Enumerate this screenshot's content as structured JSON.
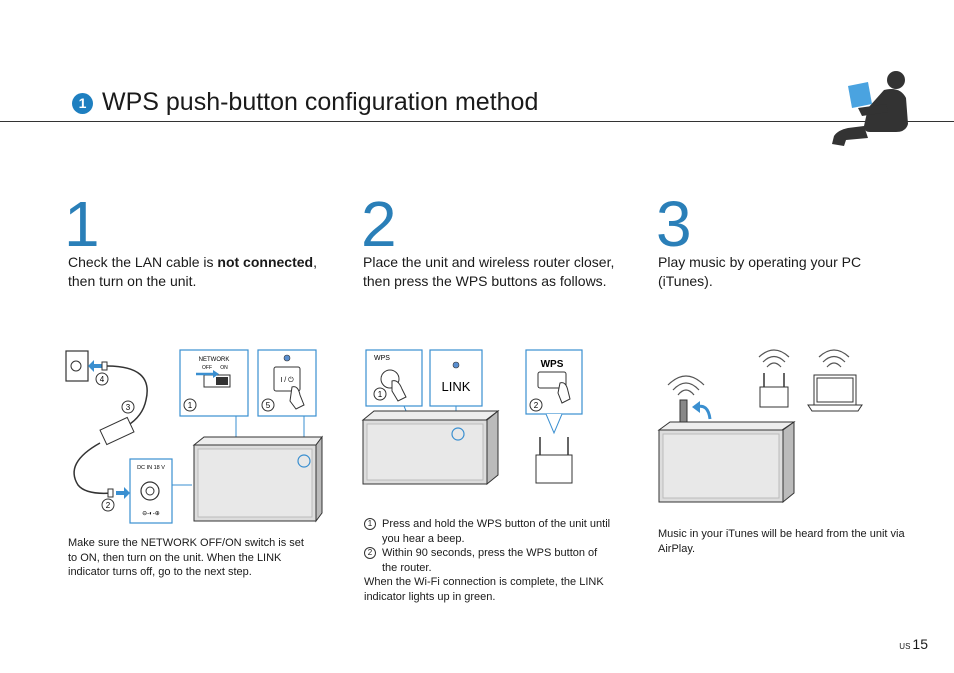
{
  "header": {
    "badge": "1",
    "title": "WPS push-button configuration method"
  },
  "steps": [
    {
      "number": "1",
      "desc_pre": "Check the LAN cable is ",
      "desc_bold": "not connected",
      "desc_post": ", then turn on the unit.",
      "note": "Make sure the NETWORK OFF/ON switch is set to ON, then turn on the unit. When the LINK indicator turns off, go to the next step."
    },
    {
      "number": "2",
      "desc": "Place the unit and wireless router closer, then press the WPS buttons as follows.",
      "note_items": [
        {
          "marker": "1",
          "text": "Press and hold the WPS button of the unit until you hear a beep."
        },
        {
          "marker": "2",
          "text": "Within 90 seconds, press the WPS button of the router."
        }
      ],
      "note_tail": "When the Wi-Fi connection is complete, the LINK indicator lights up in green."
    },
    {
      "number": "3",
      "desc": "Play music by operating your PC (iTunes).",
      "note": "Music in your iTunes will be heard from the unit via AirPlay."
    }
  ],
  "illustration_labels": {
    "network": "NETWORK",
    "off": "OFF",
    "on": "ON",
    "dc_in": "DC IN 18 V",
    "power_symbol": "I / ⏻",
    "wps_unit": "WPS",
    "link": "LINK",
    "wps_router": "WPS",
    "c1": "1",
    "c2": "2",
    "c3": "3",
    "c4": "4",
    "c5": "5"
  },
  "footer": {
    "region": "US",
    "page": "15"
  },
  "colors": {
    "accent": "#2a7fb8",
    "badge": "#1e7fc0",
    "arrow": "#3a8fd0"
  }
}
